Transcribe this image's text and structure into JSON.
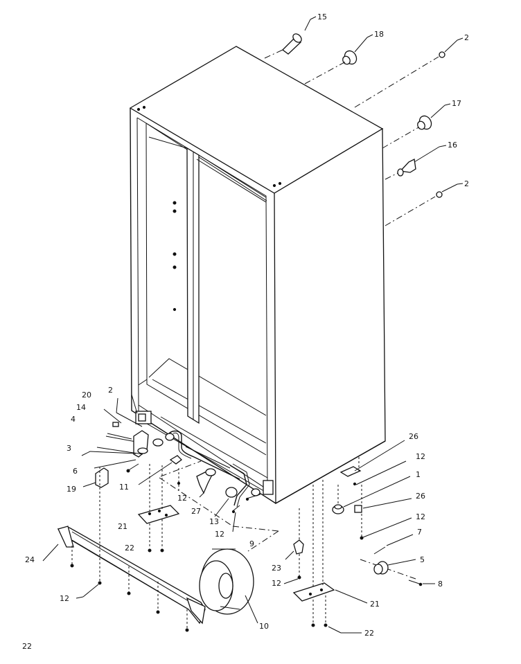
{
  "page_number": "22",
  "callouts": [
    {
      "id": "c15",
      "text": "15"
    },
    {
      "id": "c18",
      "text": "18"
    },
    {
      "id": "c2a",
      "text": "2"
    },
    {
      "id": "c17",
      "text": "17"
    },
    {
      "id": "c16",
      "text": "16"
    },
    {
      "id": "c2b",
      "text": "2"
    },
    {
      "id": "c2c",
      "text": "2"
    },
    {
      "id": "c20",
      "text": "20"
    },
    {
      "id": "c14",
      "text": "14"
    },
    {
      "id": "c4",
      "text": "4"
    },
    {
      "id": "c3",
      "text": "3"
    },
    {
      "id": "c6",
      "text": "6"
    },
    {
      "id": "c19",
      "text": "19"
    },
    {
      "id": "c11",
      "text": "11"
    },
    {
      "id": "c12a",
      "text": "12"
    },
    {
      "id": "c27",
      "text": "27"
    },
    {
      "id": "c13",
      "text": "13"
    },
    {
      "id": "c12b",
      "text": "12"
    },
    {
      "id": "c9",
      "text": "9"
    },
    {
      "id": "c21a",
      "text": "21"
    },
    {
      "id": "c22a",
      "text": "22"
    },
    {
      "id": "c24",
      "text": "24"
    },
    {
      "id": "c12c",
      "text": "12"
    },
    {
      "id": "c10",
      "text": "10"
    },
    {
      "id": "c23",
      "text": "23"
    },
    {
      "id": "c12d",
      "text": "12"
    },
    {
      "id": "c21b",
      "text": "21"
    },
    {
      "id": "c22b",
      "text": "22"
    },
    {
      "id": "c26a",
      "text": "26"
    },
    {
      "id": "c12e",
      "text": "12"
    },
    {
      "id": "c1",
      "text": "1"
    },
    {
      "id": "c26b",
      "text": "26"
    },
    {
      "id": "c12f",
      "text": "12"
    },
    {
      "id": "c7",
      "text": "7"
    },
    {
      "id": "c5",
      "text": "5"
    },
    {
      "id": "c8",
      "text": "8"
    }
  ]
}
